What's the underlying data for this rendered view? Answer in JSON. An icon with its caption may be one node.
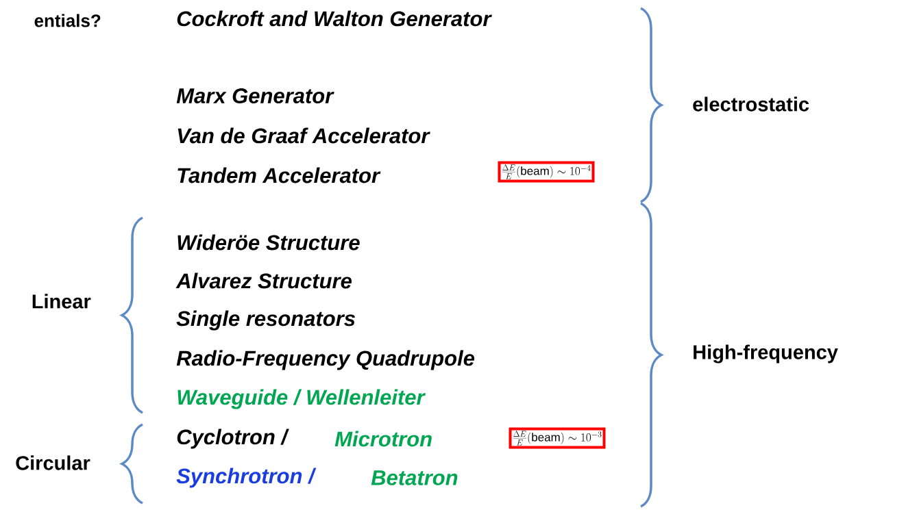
{
  "diagram": {
    "nodes": [
      {
        "text": [
          "\\frac{\\Delta E}{E}(\\mathrm{beam}) \\sim 10^{-4}"
        ]
      },
      {
        "text": [
          "\\frac{\\Delta E}{E}(\\mathrm{beam}) \\sim 10^{-3}"
        ]
      }
    ],
    "labels": [
      "entials?",
      "Cockroft and Walton Generator",
      "Marx Generator",
      "Van de Graaf Accelerator",
      "Tandem Accelerator",
      "electrostatic",
      "Wideröe Structure",
      "Linear",
      "Alvarez Structure",
      "Single resonators",
      "Radio-Frequency Quadrupole",
      "High-frequency",
      "Waveguide / Wellenleiter",
      "Cyclotron /",
      "Microtron",
      "Circular",
      "Synchrotron /",
      "Betatron"
    ]
  }
}
